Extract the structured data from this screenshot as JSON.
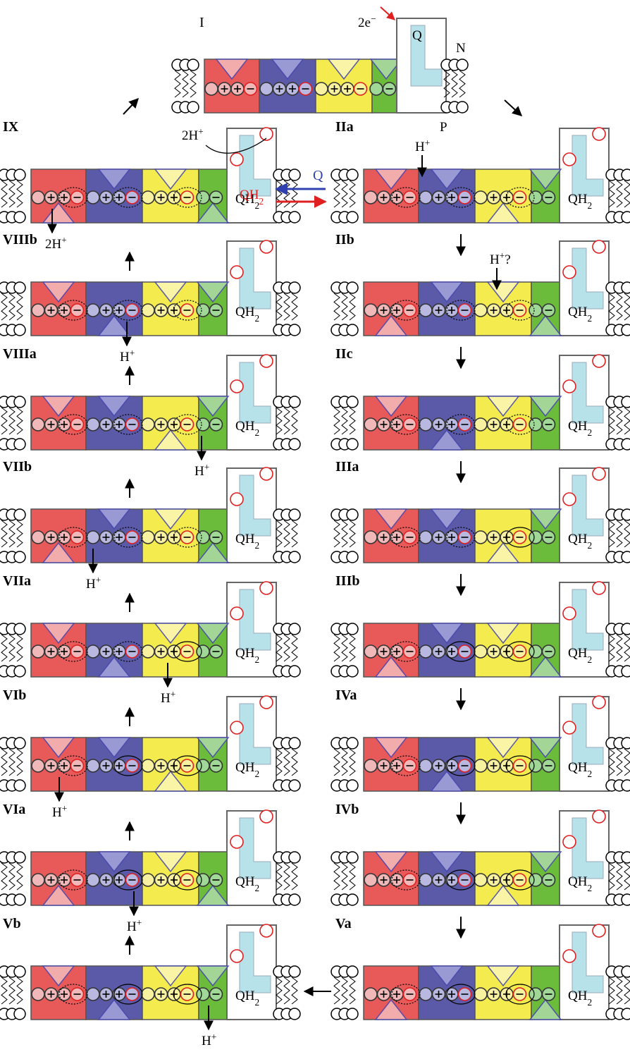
{
  "top": {
    "stage_label": "I",
    "electrons_label": "2e⁻",
    "quinone_label": "Q",
    "membrane_side_n": "N",
    "membrane_side_p": "P"
  },
  "panels": [
    {
      "id": "ix",
      "label": "IX",
      "quinone": "QH₂",
      "annotations": [
        "2H⁺",
        "Q",
        "QH₂"
      ]
    },
    {
      "id": "iia",
      "label": "IIa",
      "quinone": "QH₂",
      "annotations": [
        "H⁺"
      ]
    },
    {
      "id": "viiib",
      "label": "VIIIb",
      "quinone": "QH₂",
      "annotations": [
        "H⁺"
      ]
    },
    {
      "id": "iib",
      "label": "IIb",
      "quinone": "QH₂",
      "annotations": [
        "H⁺?"
      ]
    },
    {
      "id": "viiia",
      "label": "VIIIa",
      "quinone": "QH₂",
      "annotations": [
        "H⁺"
      ]
    },
    {
      "id": "iic",
      "label": "IIc",
      "quinone": "QH₂",
      "annotations": []
    },
    {
      "id": "viib",
      "label": "VIIb",
      "quinone": "QH₂",
      "annotations": [
        "H⁺"
      ]
    },
    {
      "id": "iiia",
      "label": "IIIa",
      "quinone": "QH₂",
      "annotations": []
    },
    {
      "id": "viia",
      "label": "VIIa",
      "quinone": "QH₂",
      "annotations": [
        "H⁺"
      ]
    },
    {
      "id": "iiib",
      "label": "IIIb",
      "quinone": "QH₂",
      "annotations": []
    },
    {
      "id": "vib",
      "label": "VIb",
      "quinone": "QH₂",
      "annotations": [
        "H⁺"
      ]
    },
    {
      "id": "iva",
      "label": "IVa",
      "quinone": "QH₂",
      "annotations": []
    },
    {
      "id": "via",
      "label": "VIa",
      "quinone": "QH₂",
      "annotations": [
        "H⁺"
      ]
    },
    {
      "id": "ivb",
      "label": "IVb",
      "quinone": "QH₂",
      "annotations": []
    },
    {
      "id": "vb",
      "label": "Vb",
      "quinone": "QH₂",
      "annotations": [
        "H⁺"
      ]
    },
    {
      "id": "va",
      "label": "Va",
      "quinone": "QH₂",
      "annotations": []
    }
  ],
  "colors": {
    "red_subunit": "#e85a5a",
    "blue_subunit": "#5a5aa8",
    "yellow_subunit": "#f4ec4e",
    "green_subunit": "#6cbc3c",
    "quinone_site": "#b8e2ea",
    "electron_arrow": "#e02020",
    "q_arrow": "#3040b0",
    "qh2_arrow": "#e02020"
  }
}
